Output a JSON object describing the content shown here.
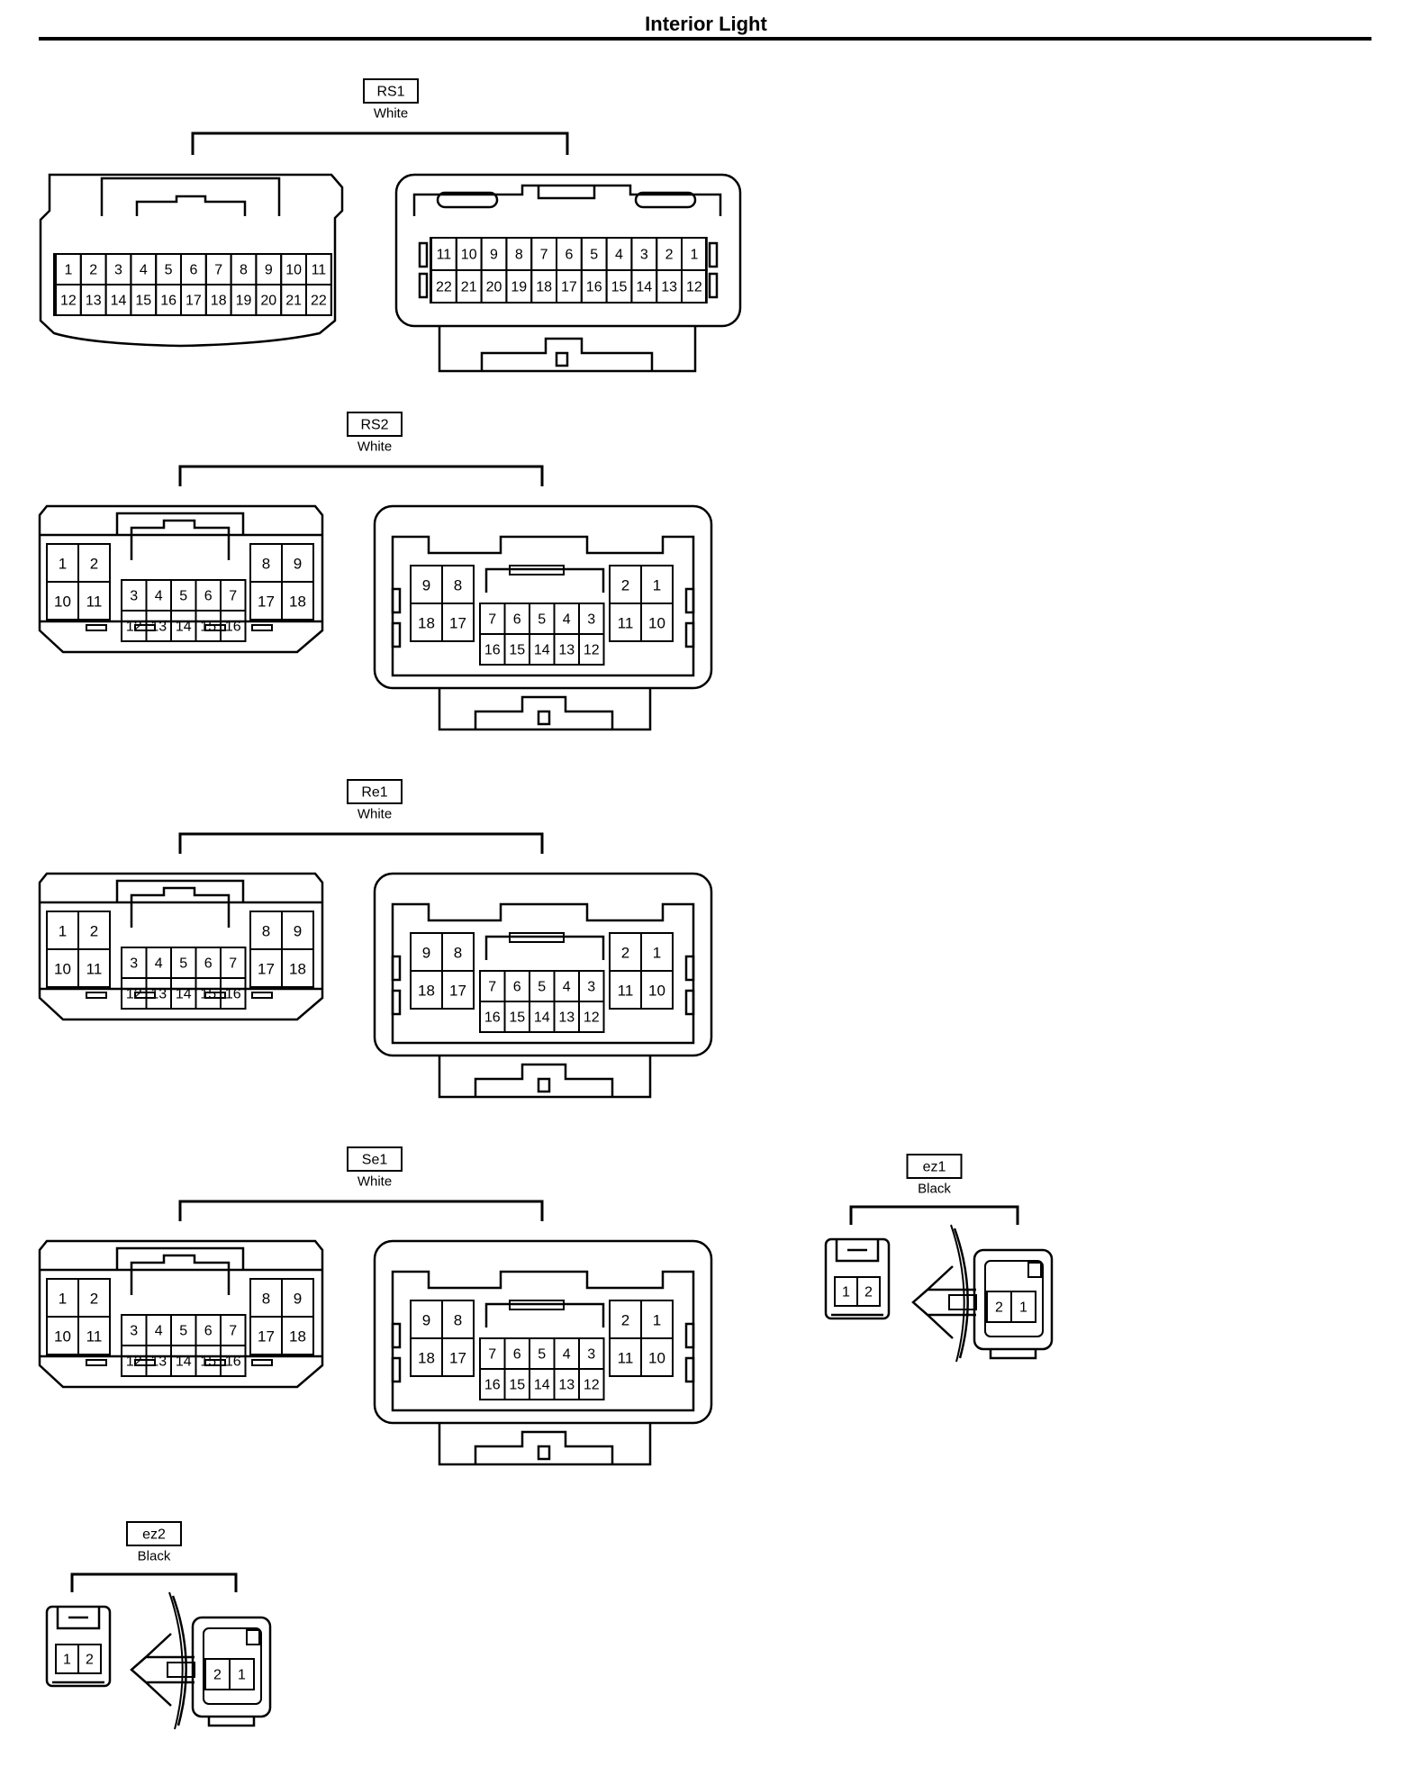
{
  "page": {
    "title": "Interior Light"
  },
  "connectors": [
    {
      "id": "RS1",
      "color": "White",
      "male": {
        "rows": [
          [
            "1",
            "2",
            "3",
            "4",
            "5",
            "6",
            "7",
            "8",
            "9",
            "10",
            "11"
          ],
          [
            "12",
            "13",
            "14",
            "15",
            "16",
            "17",
            "18",
            "19",
            "20",
            "21",
            "22"
          ]
        ]
      },
      "female": {
        "rows": [
          [
            "11",
            "10",
            "9",
            "8",
            "7",
            "6",
            "5",
            "4",
            "3",
            "2",
            "1"
          ],
          [
            "22",
            "21",
            "20",
            "19",
            "18",
            "17",
            "16",
            "15",
            "14",
            "13",
            "12"
          ]
        ]
      }
    },
    {
      "id": "RS2",
      "color": "White",
      "male": {
        "left": [
          [
            "1",
            "2"
          ],
          [
            "10",
            "11"
          ]
        ],
        "center": [
          [
            "3",
            "4",
            "5",
            "6",
            "7"
          ],
          [
            "12",
            "13",
            "14",
            "15",
            "16"
          ]
        ],
        "right": [
          [
            "8",
            "9"
          ],
          [
            "17",
            "18"
          ]
        ]
      },
      "female": {
        "left": [
          [
            "9",
            "8"
          ],
          [
            "18",
            "17"
          ]
        ],
        "center": [
          [
            "7",
            "6",
            "5",
            "4",
            "3"
          ],
          [
            "16",
            "15",
            "14",
            "13",
            "12"
          ]
        ],
        "right": [
          [
            "2",
            "1"
          ],
          [
            "11",
            "10"
          ]
        ]
      }
    },
    {
      "id": "Re1",
      "color": "White",
      "male": {
        "left": [
          [
            "1",
            "2"
          ],
          [
            "10",
            "11"
          ]
        ],
        "center": [
          [
            "3",
            "4",
            "5",
            "6",
            "7"
          ],
          [
            "12",
            "13",
            "14",
            "15",
            "16"
          ]
        ],
        "right": [
          [
            "8",
            "9"
          ],
          [
            "17",
            "18"
          ]
        ]
      },
      "female": {
        "left": [
          [
            "9",
            "8"
          ],
          [
            "18",
            "17"
          ]
        ],
        "center": [
          [
            "7",
            "6",
            "5",
            "4",
            "3"
          ],
          [
            "16",
            "15",
            "14",
            "13",
            "12"
          ]
        ],
        "right": [
          [
            "2",
            "1"
          ],
          [
            "11",
            "10"
          ]
        ]
      }
    },
    {
      "id": "Se1",
      "color": "White",
      "male": {
        "left": [
          [
            "1",
            "2"
          ],
          [
            "10",
            "11"
          ]
        ],
        "center": [
          [
            "3",
            "4",
            "5",
            "6",
            "7"
          ],
          [
            "12",
            "13",
            "14",
            "15",
            "16"
          ]
        ],
        "right": [
          [
            "8",
            "9"
          ],
          [
            "17",
            "18"
          ]
        ]
      },
      "female": {
        "left": [
          [
            "9",
            "8"
          ],
          [
            "18",
            "17"
          ]
        ],
        "center": [
          [
            "7",
            "6",
            "5",
            "4",
            "3"
          ],
          [
            "16",
            "15",
            "14",
            "13",
            "12"
          ]
        ],
        "right": [
          [
            "2",
            "1"
          ],
          [
            "11",
            "10"
          ]
        ]
      }
    },
    {
      "id": "ez1",
      "color": "Black",
      "male": {
        "pins": [
          "1",
          "2"
        ]
      },
      "female": {
        "pins": [
          "2",
          "1"
        ]
      }
    },
    {
      "id": "ez2",
      "color": "Black",
      "male": {
        "pins": [
          "1",
          "2"
        ]
      },
      "female": {
        "pins": [
          "2",
          "1"
        ]
      }
    }
  ]
}
